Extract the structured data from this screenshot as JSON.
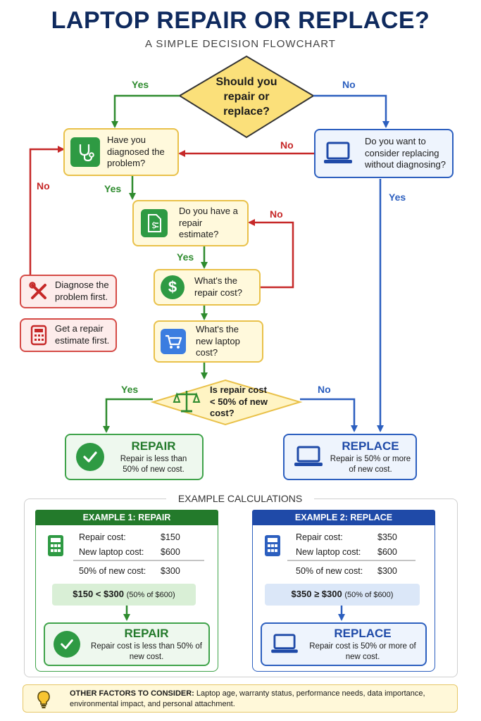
{
  "header": {
    "title": "LAPTOP REPAIR OR REPLACE?",
    "subtitle": "A SIMPLE DECISION FLOWCHART"
  },
  "flow": {
    "start": "Should you repair or replace?",
    "diagnosed": "Have you diagnosed the problem?",
    "consider_replace": "Do you want to consider replacing without diagnosing?",
    "estimate": "Do you have a repair estimate?",
    "repair_cost": "What's the repair cost?",
    "new_cost": "What's the new laptop cost?",
    "compare": "Is repair cost < 50% of new cost?",
    "diagnose_first": "Diagnose the problem first.",
    "estimate_first": "Get a repair estimate first.",
    "labels": {
      "yes": "Yes",
      "no": "No"
    },
    "repair": {
      "title": "REPAIR",
      "desc": "Repair is less than 50% of new cost."
    },
    "replace": {
      "title": "REPLACE",
      "desc": "Repair is 50% or more of new cost."
    }
  },
  "examples": {
    "heading": "EXAMPLE CALCULATIONS",
    "ex1": {
      "header": "EXAMPLE 1: REPAIR",
      "rows": [
        {
          "label": "Repair cost:",
          "value": "$150"
        },
        {
          "label": "New laptop cost:",
          "value": "$600"
        },
        {
          "label": "50% of new cost:",
          "value": "$300"
        }
      ],
      "inequality": "$150 < $300",
      "inequality_note": "(50% of $600)",
      "result_title": "REPAIR",
      "result_desc": "Repair cost is less than 50% of new cost."
    },
    "ex2": {
      "header": "EXAMPLE 2: REPLACE",
      "rows": [
        {
          "label": "Repair cost:",
          "value": "$350"
        },
        {
          "label": "New laptop cost:",
          "value": "$600"
        },
        {
          "label": "50% of new cost:",
          "value": "$300"
        }
      ],
      "inequality": "$350 ≥ $300",
      "inequality_note": "(50% of $600)",
      "result_title": "REPLACE",
      "result_desc": "Repair cost is 50% or more of new cost."
    }
  },
  "factors": {
    "heading": "OTHER FACTORS TO CONSIDER:",
    "text": "Laptop age, warranty status, performance needs, data importance, environmental impact, and personal attachment."
  },
  "colors": {
    "yes_green": "#2e8b2e",
    "no_red": "#c62828",
    "replace_blue": "#2c5fbf",
    "title_navy": "#0f2a5e",
    "decision_yellow": "#fbe07a"
  }
}
